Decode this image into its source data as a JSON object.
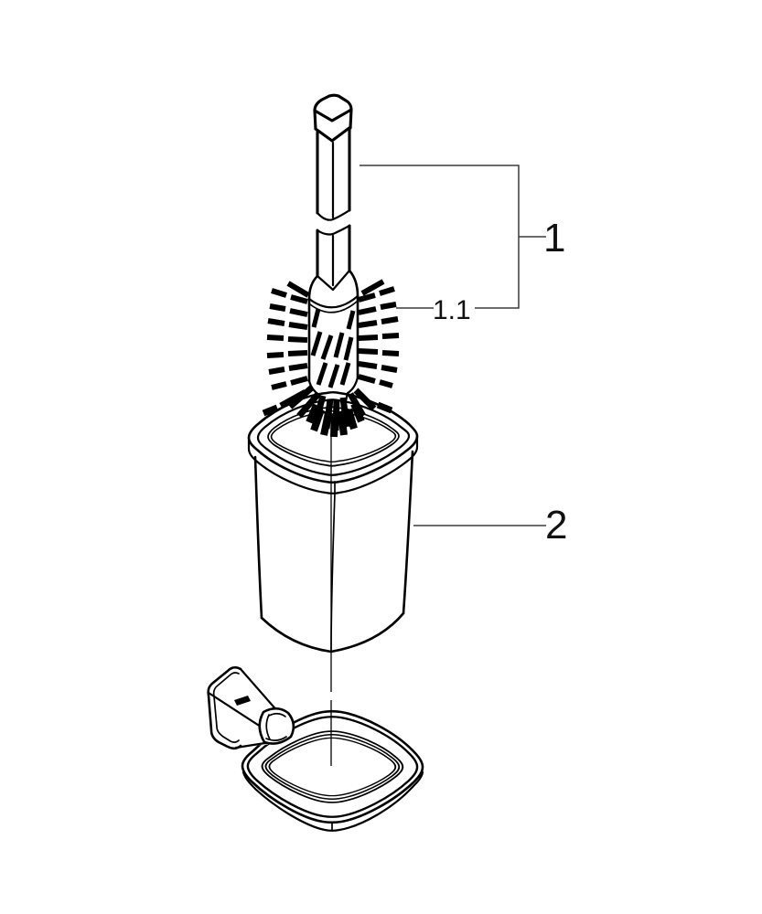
{
  "background_color": "#ffffff",
  "colors": {
    "line": "#000000",
    "callout_line": "#3c3c3c",
    "label_text": "#111111"
  },
  "callouts": [
    {
      "label": "1"
    },
    {
      "label": "1.1"
    },
    {
      "label": "2"
    }
  ]
}
